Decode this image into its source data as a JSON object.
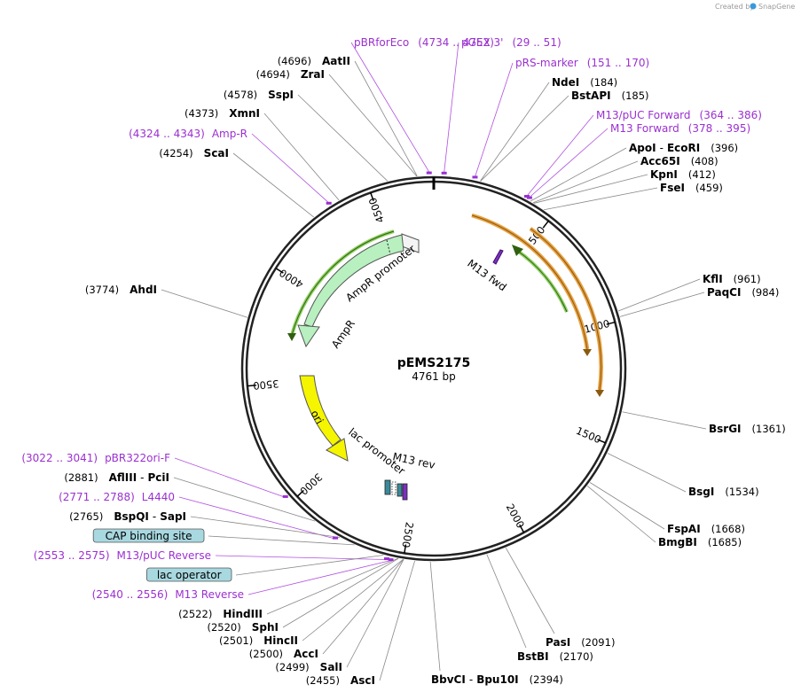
{
  "credit": {
    "prefix": "Created by",
    "brand": "SnapGene"
  },
  "plasmid": {
    "name": "pEMS2175",
    "length": "4761 bp"
  },
  "colors": {
    "primer": "#9b30d0",
    "ampr": "#b8f0c0",
    "ori": "#f5f500",
    "orange_arrow": "#f0a030",
    "green_arrow": "#60b020",
    "boxed_feature": "#a8d8e0"
  },
  "ticks": [
    "500",
    "1000",
    "1500",
    "2000",
    "2500",
    "3000",
    "3500",
    "4000",
    "4500"
  ],
  "features": {
    "ampr": "AmpR",
    "ampr_promoter": "AmpR promoter",
    "ori": "ori",
    "lac_promoter": "lac promoter",
    "m13_fwd": "M13 fwd",
    "m13_rev": "M13 rev"
  },
  "right_labels": [
    {
      "type": "primer",
      "name": "pBRforEco",
      "pos": "(4734 .. 4752)"
    },
    {
      "type": "primer",
      "name": "pGEX 3'",
      "pos": "(29 .. 51)"
    },
    {
      "type": "primer",
      "name": "pRS-marker",
      "pos": "(151 .. 170)"
    },
    {
      "type": "enzyme",
      "name": "NdeI",
      "pos": "(184)"
    },
    {
      "type": "enzyme",
      "name": "BstAPI",
      "pos": "(185)"
    },
    {
      "type": "primer",
      "name": "M13/pUC Forward",
      "pos": "(364 .. 386)"
    },
    {
      "type": "primer",
      "name": "M13 Forward",
      "pos": "(378 .. 395)"
    },
    {
      "type": "enzyme2",
      "name": "ApoI",
      "name2": "EcoRI",
      "pos": "(396)"
    },
    {
      "type": "enzyme",
      "name": "Acc65I",
      "pos": "(408)"
    },
    {
      "type": "enzyme",
      "name": "KpnI",
      "pos": "(412)"
    },
    {
      "type": "enzyme",
      "name": "FseI",
      "pos": "(459)"
    },
    {
      "type": "enzyme",
      "name": "KflI",
      "pos": "(961)"
    },
    {
      "type": "enzyme",
      "name": "PaqCI",
      "pos": "(984)"
    },
    {
      "type": "enzyme",
      "name": "BsrGI",
      "pos": "(1361)"
    },
    {
      "type": "enzyme",
      "name": "BsgI",
      "pos": "(1534)"
    },
    {
      "type": "enzyme",
      "name": "FspAI",
      "pos": "(1668)"
    },
    {
      "type": "enzyme",
      "name": "BmgBI",
      "pos": "(1685)"
    },
    {
      "type": "enzyme",
      "name": "PasI",
      "pos": "(2091)"
    },
    {
      "type": "enzyme",
      "name": "BstBI",
      "pos": "(2170)"
    },
    {
      "type": "enzyme2",
      "name": "BbvCI",
      "name2": "Bpu10I",
      "pos": "(2394)"
    }
  ],
  "left_labels": [
    {
      "type": "enzyme",
      "name": "AatII",
      "pos": "(4696)"
    },
    {
      "type": "enzyme",
      "name": "ZraI",
      "pos": "(4694)"
    },
    {
      "type": "enzyme",
      "name": "SspI",
      "pos": "(4578)"
    },
    {
      "type": "enzyme",
      "name": "XmnI",
      "pos": "(4373)"
    },
    {
      "type": "primer",
      "name": "Amp-R",
      "pos": "(4324 .. 4343)"
    },
    {
      "type": "enzyme",
      "name": "ScaI",
      "pos": "(4254)"
    },
    {
      "type": "enzyme",
      "name": "AhdI",
      "pos": "(3774)"
    },
    {
      "type": "primer",
      "name": "pBR322ori-F",
      "pos": "(3022 .. 3041)"
    },
    {
      "type": "enzyme2",
      "name": "AflIII",
      "name2": "PciI",
      "pos": "(2881)"
    },
    {
      "type": "primer",
      "name": "L4440",
      "pos": "(2771 .. 2788)"
    },
    {
      "type": "enzyme2",
      "name": "BspQI",
      "name2": "SapI",
      "pos": "(2765)"
    },
    {
      "type": "boxed",
      "name": "CAP binding site"
    },
    {
      "type": "primer",
      "name": "M13/pUC Reverse",
      "pos": "(2553 .. 2575)"
    },
    {
      "type": "boxed",
      "name": "lac operator"
    },
    {
      "type": "primer",
      "name": "M13 Reverse",
      "pos": "(2540 .. 2556)"
    },
    {
      "type": "enzyme",
      "name": "HindIII",
      "pos": "(2522)"
    },
    {
      "type": "enzyme",
      "name": "SphI",
      "pos": "(2520)"
    },
    {
      "type": "enzyme",
      "name": "HincII",
      "pos": "(2501)"
    },
    {
      "type": "enzyme",
      "name": "AccI",
      "pos": "(2500)"
    },
    {
      "type": "enzyme",
      "name": "SalI",
      "pos": "(2499)"
    },
    {
      "type": "enzyme",
      "name": "AscI",
      "pos": "(2455)"
    }
  ]
}
